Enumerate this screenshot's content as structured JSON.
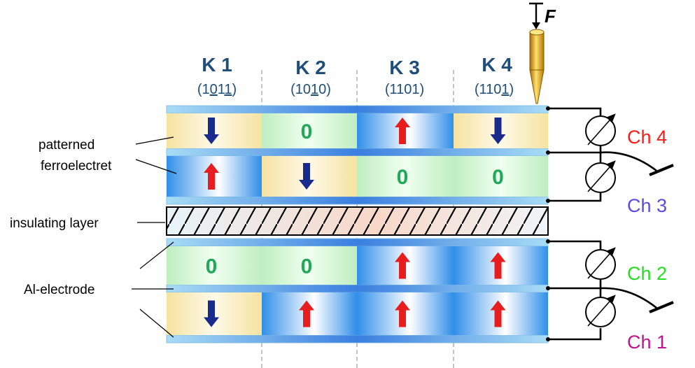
{
  "columns": [
    {
      "label": "K 1",
      "code": "1011",
      "underline": [
        1,
        3
      ]
    },
    {
      "label": "K 2",
      "code": "1010",
      "underline": [
        2
      ]
    },
    {
      "label": "K 3",
      "code": "1101",
      "underline": []
    },
    {
      "label": "K 4",
      "code": "1101",
      "underline": [
        3
      ]
    }
  ],
  "rows": [
    [
      "down",
      "0",
      "up",
      "down"
    ],
    [
      "up",
      "down",
      "0",
      "0"
    ],
    [
      "0",
      "0",
      "up",
      "up"
    ],
    [
      "down",
      "up",
      "up",
      "up"
    ]
  ],
  "side_labels": {
    "ferro_line1": "patterned",
    "ferro_line2": "ferroelectret",
    "insulating": "insulating layer",
    "electrode": "Al-electrode"
  },
  "channels": [
    {
      "label": "Ch 4",
      "color": "#ff1a1a"
    },
    {
      "label": "Ch 3",
      "color": "#5a4ae0"
    },
    {
      "label": "Ch 2",
      "color": "#22e022"
    },
    {
      "label": "Ch 1",
      "color": "#c0148c"
    }
  ],
  "force_label": "F",
  "colors": {
    "up_arrow": "#e81e1e",
    "down_arrow": "#1a2a8c",
    "zero": "#22a85a",
    "up_cell": "#4aa8f0",
    "down_cell": "#f5e6a8",
    "zero_cell": "#c8f0c8"
  }
}
